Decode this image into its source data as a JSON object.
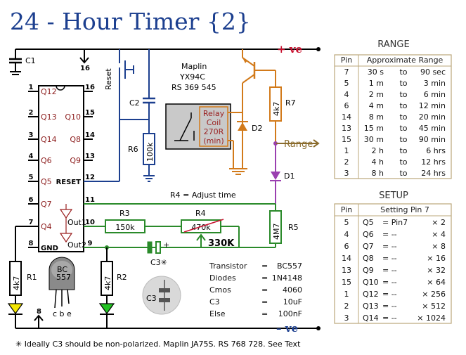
{
  "title": "24 - Hour Timer {2}",
  "supply": {
    "pos": "+ ve",
    "neg": "– ve",
    "range_label": "Range"
  },
  "ic": {
    "left_pins": [
      {
        "num": "1",
        "name": "Q12"
      },
      {
        "num": "2",
        "name": "Q13"
      },
      {
        "num": "3",
        "name": "Q14"
      },
      {
        "num": "4",
        "name": "Q6"
      },
      {
        "num": "5",
        "name": "Q5"
      },
      {
        "num": "6",
        "name": "Q7"
      },
      {
        "num": "7",
        "name": "Q4"
      },
      {
        "num": "8",
        "name": "GND"
      }
    ],
    "right_pins": [
      {
        "num": "16",
        "name": ""
      },
      {
        "num": "15",
        "name": "Q10"
      },
      {
        "num": "14",
        "name": "Q8"
      },
      {
        "num": "13",
        "name": "Q9"
      },
      {
        "num": "12",
        "name": "RESET"
      },
      {
        "num": "11",
        "name": ""
      },
      {
        "num": "10",
        "name": "Out1"
      },
      {
        "num": "9",
        "name": "Out2"
      }
    ]
  },
  "labels": {
    "c1": "C1",
    "c2": "C2",
    "c3": "C3",
    "r1": "R1",
    "r2": "R2",
    "r3": "R3",
    "r4": "R4",
    "r5": "R5",
    "r6": "R6",
    "r7": "R7",
    "d1": "D1",
    "d2": "D2",
    "reset": "Reset",
    "pin16": "16",
    "pin8": "8",
    "r1v": "4k7",
    "r2v": "4k7",
    "r3v": "150k",
    "r4v": "470k",
    "r4alt": "330K",
    "r5v": "4M7",
    "r6v": "100k",
    "r7v": "4k7",
    "adjust": "R4 = Adjust time",
    "out1": "Out1",
    "out2": "Out2",
    "c3mark": "C3✳",
    "cpm": "+",
    "bc": "BC",
    "bc2": "557",
    "cbe": "c b e",
    "c3cap": "C3"
  },
  "relay": {
    "line1": "Maplin",
    "line2": "YX94C",
    "line3": "RS 369 545",
    "coil": [
      "Relay",
      "Coil",
      "270R",
      "(min)"
    ]
  },
  "parts": [
    {
      "k": "Transistor",
      "v": "BC557"
    },
    {
      "k": "Diodes",
      "v": "1N4148"
    },
    {
      "k": "Cmos",
      "v": "4060"
    },
    {
      "k": "C3",
      "v": "10uF"
    },
    {
      "k": "Else",
      "v": "100nF"
    }
  ],
  "range_table": {
    "title": "RANGE",
    "headers": [
      "Pin",
      "Approximate Range"
    ],
    "rows": [
      [
        "7",
        "30 s",
        "to",
        "90 sec"
      ],
      [
        "5",
        "1 m",
        "to",
        "3 min"
      ],
      [
        "4",
        "2 m",
        "to",
        "6 min"
      ],
      [
        "6",
        "4 m",
        "to",
        "12 min"
      ],
      [
        "14",
        "8 m",
        "to",
        "20 min"
      ],
      [
        "13",
        "15 m",
        "to",
        "45 min"
      ],
      [
        "15",
        "30 m",
        "to",
        "90 min"
      ],
      [
        "1",
        "2 h",
        "to",
        "6 hrs"
      ],
      [
        "2",
        "4 h",
        "to",
        "12 hrs"
      ],
      [
        "3",
        "8 h",
        "to",
        "24 hrs"
      ]
    ]
  },
  "setup_table": {
    "title": "SETUP",
    "headers": [
      "Pin",
      "Setting Pin 7"
    ],
    "rows": [
      [
        "5",
        "Q5",
        "= Pin7",
        "× 2"
      ],
      [
        "4",
        "Q6",
        "= --",
        "× 4"
      ],
      [
        "6",
        "Q7",
        "= --",
        "× 8"
      ],
      [
        "14",
        "Q8",
        "= --",
        "× 16"
      ],
      [
        "13",
        "Q9",
        "= --",
        "× 32"
      ],
      [
        "15",
        "Q10",
        "= --",
        "× 64"
      ],
      [
        "1",
        "Q12",
        "= --",
        "× 256"
      ],
      [
        "2",
        "Q13",
        "= --",
        "× 512"
      ],
      [
        "3",
        "Q14",
        "= --",
        "× 1024"
      ]
    ]
  },
  "footnote": "✳ Ideally C3 should be non-polarized. Maplin JA75S. RS 768 728. See Text",
  "colors": {
    "blue": "#1c3f8f",
    "orange": "#d27a1a",
    "green": "#2a8a2a",
    "purple": "#9a3fb0",
    "red": "#c8102e",
    "gold": "#8a6b2c"
  }
}
